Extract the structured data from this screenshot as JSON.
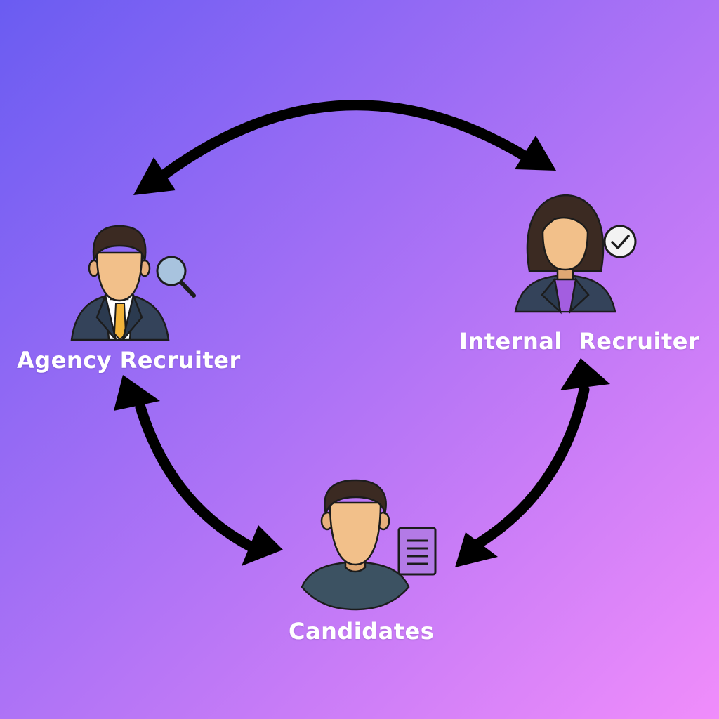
{
  "nodes": {
    "agency": {
      "label": "Agency Recruiter",
      "badge_icon": "magnifier-icon"
    },
    "internal": {
      "label": "Internal  Recruiter",
      "badge_icon": "check-circle-icon"
    },
    "candidates": {
      "label": "Candidates",
      "badge_icon": "document-icon"
    }
  },
  "links": [
    {
      "from": "Agency Recruiter",
      "to": "Internal  Recruiter",
      "direction": "bidirectional"
    },
    {
      "from": "Agency Recruiter",
      "to": "Candidates",
      "direction": "bidirectional"
    },
    {
      "from": "Internal  Recruiter",
      "to": "Candidates",
      "direction": "bidirectional"
    }
  ],
  "colors": {
    "arrow": "#000000",
    "label": "#ffffff",
    "skin": "#f2c08a",
    "hair": "#3b2a22",
    "suit": "#34435a",
    "tie": "#f3b43a",
    "badge_fill": "#a8c3de",
    "background_start": "#6a5cf2",
    "background_end": "#f08dfb"
  }
}
